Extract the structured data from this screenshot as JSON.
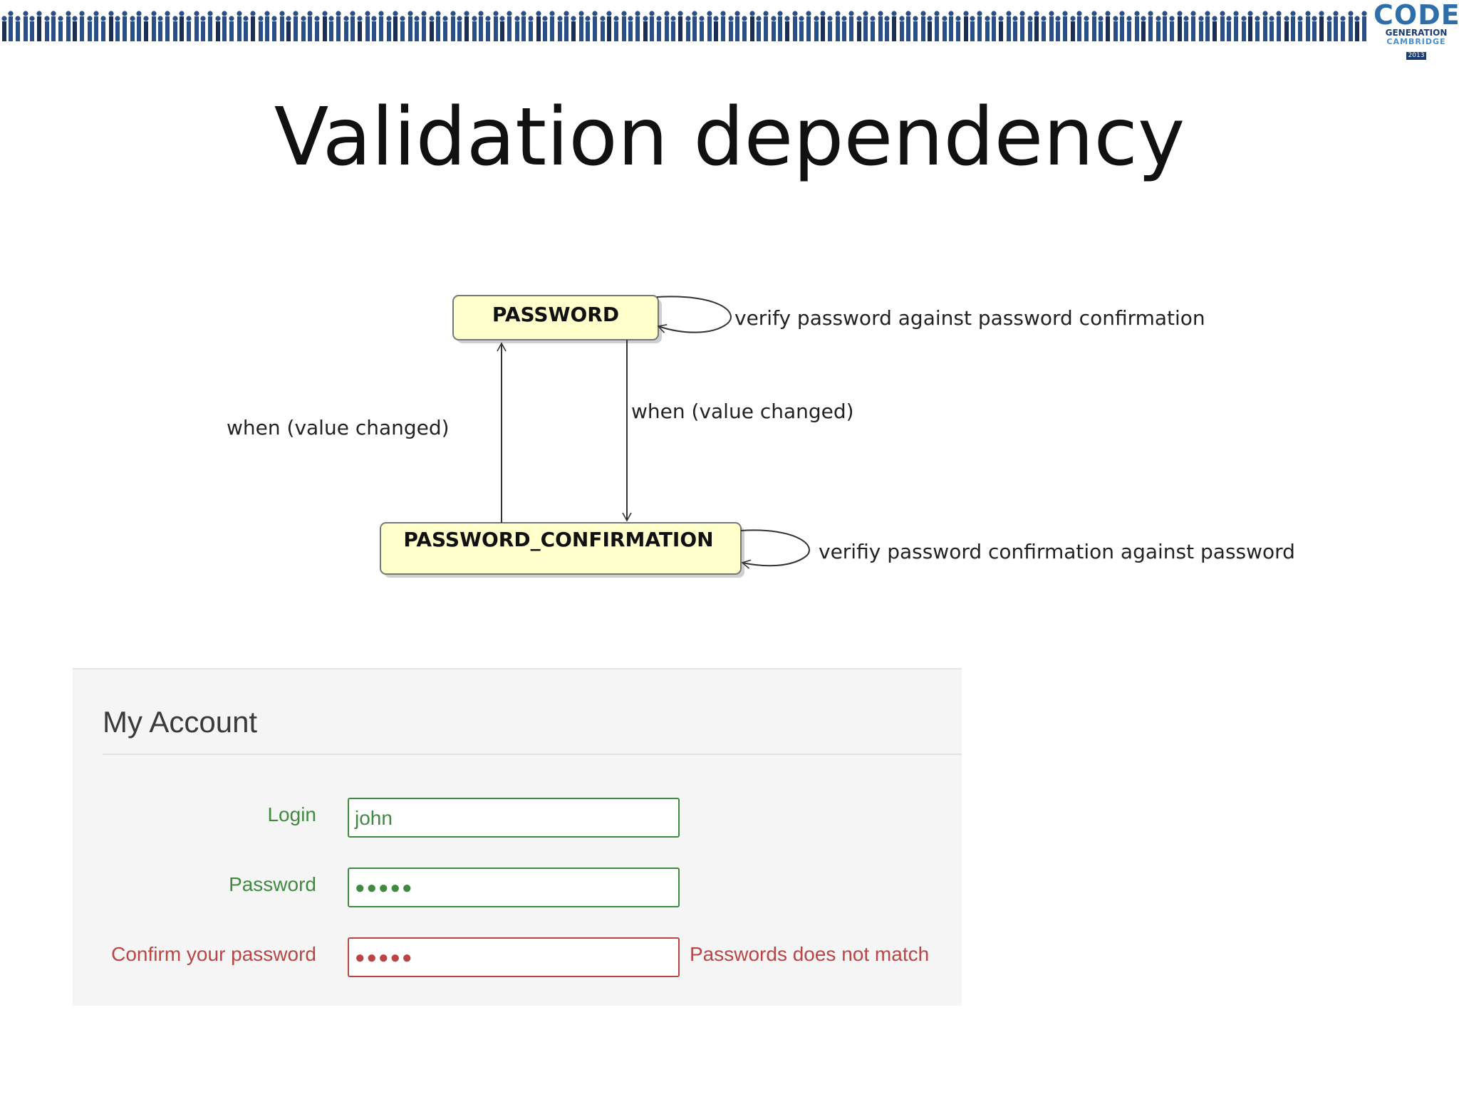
{
  "banner": {
    "logo_code": "CODE",
    "logo_generation": "GENERATION",
    "logo_city": "CAMBRIDGE",
    "logo_year": "2013",
    "figure_color": "#2a4f86"
  },
  "slide": {
    "title": "Validation dependency"
  },
  "diagram": {
    "nodes": [
      {
        "label": "PASSWORD"
      },
      {
        "label": "PASSWORD_CONFIRMATION"
      }
    ],
    "self_loop_labels": [
      "verify password against password confirmation",
      "verifiy password confirmation against password"
    ],
    "edge_labels": [
      "when (value changed)",
      "when (value changed)"
    ],
    "node_fill": "#ffffcc",
    "node_border": "#777777"
  },
  "account": {
    "title": "My Account",
    "fields": [
      {
        "label": "Login",
        "value": "john",
        "status": "ok"
      },
      {
        "label": "Password",
        "value": "●●●●●",
        "status": "ok"
      },
      {
        "label": "Confirm your password",
        "value": "●●●●●",
        "status": "error"
      }
    ],
    "error_message": "Passwords does not match",
    "ok_color": "#3f8a3f",
    "error_color": "#b94545"
  }
}
